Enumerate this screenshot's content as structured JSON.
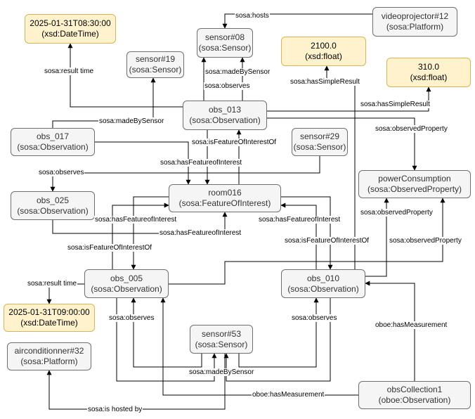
{
  "nodes": {
    "dt0830": {
      "line1": "2025-01-31T08:30:00",
      "line2": "(xsd:DateTime)"
    },
    "sensor08": {
      "line1": "sensor#08",
      "line2": "(sosa:Sensor)"
    },
    "videoprojector12": {
      "line1": "videoprojector#12",
      "line2": "(sosa:Platform)"
    },
    "float2100": {
      "line1": "2100.0",
      "line2": "(xsd:float)"
    },
    "float310": {
      "line1": "310.0",
      "line2": "(xsd:float)"
    },
    "sensor19": {
      "line1": "sensor#19",
      "line2": "(sosa:Sensor)"
    },
    "obs013": {
      "line1": "obs_013",
      "line2": "(sosa:Observation)"
    },
    "obs017": {
      "line1": "obs_017",
      "line2": "(sosa:Observation)"
    },
    "sensor29": {
      "line1": "sensor#29",
      "line2": "(sosa:Sensor)"
    },
    "powerconsumption": {
      "line1": "powerConsumption",
      "line2": "(sosa:ObservedProperty)"
    },
    "obs025": {
      "line1": "obs_025",
      "line2": "(sosa:Observation)"
    },
    "room016": {
      "line1": "room016",
      "line2": "(sosa:FeatureOfInterest)"
    },
    "obs005": {
      "line1": "obs_005",
      "line2": "(sosa:Observation)"
    },
    "obs010": {
      "line1": "obs_010",
      "line2": "(sosa:Observation)"
    },
    "dt0900": {
      "line1": "2025-01-31T09:00:00",
      "line2": "(xsd:DateTime)"
    },
    "airconditionner32": {
      "line1": "airconditionner#32",
      "line2": "(sosa:Platform)"
    },
    "sensor53": {
      "line1": "sensor#53",
      "line2": "(sosa:Sensor)"
    },
    "obscollection1": {
      "line1": "obsCollection1",
      "line2": "(oboe:Observation)"
    }
  },
  "edge_labels": {
    "hosts": "sosa:hosts",
    "result_time_013": "sosa:result time",
    "made_by_sensor_013": "sosa:madeBySensor",
    "observes_013": "sosa:observes",
    "has_simple_result_2100": "sosa:hasSimpleResult",
    "has_simple_result_310": "sosa:hasSimpleResult",
    "made_by_sensor_017": "sosa:madeBySensor",
    "observed_property_013": "sosa:observedProperty",
    "is_feature_of_interest_of_013": "sosa:isFeatureOfInterestOf",
    "has_feature_of_interest_017": "sosa:hasFeatureofInterest",
    "observes_025": "sosa:observes",
    "has_feature_of_interest_005": "sosa:hasFeatureofInterest",
    "has_feature_of_interest_025": "sosa:hasFeatureofInterest",
    "has_feature_of_interest_010": "sosa:hasFeatureofInterest",
    "observed_property_010": "sosa:observedProperty",
    "is_feature_of_interest_of_005": "sosa:isFeatureOfInterestOf",
    "is_feature_of_interest_of_010": "sosa:isFeatureOfInterestOf",
    "observed_property_005": "sosa:observedProperty",
    "result_time_005": "sosa:result time",
    "observes_005": "sosa:observes",
    "observes_010": "sosa:observes",
    "has_measurement_010": "oboe:hasMeasurement",
    "made_by_sensor_053": "sosa:madeBySensor",
    "has_measurement_005": "oboe:hasMeasurement",
    "is_hosted_by": "sosa:is hosted by"
  }
}
